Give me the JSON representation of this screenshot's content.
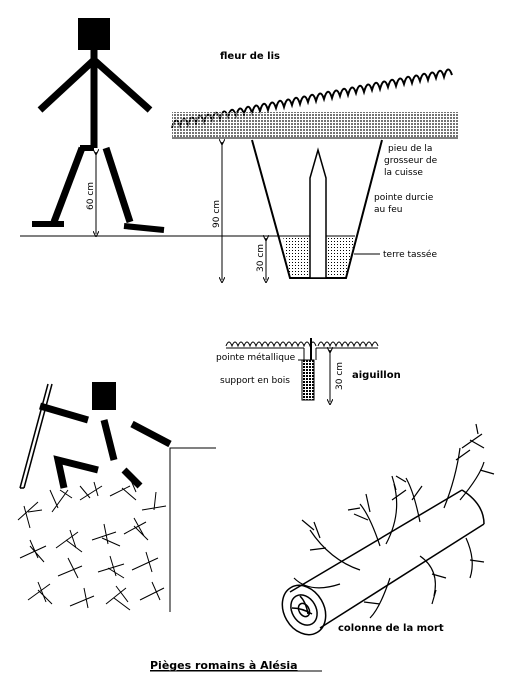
{
  "title": "Pièges romains à Alésia",
  "traps": {
    "fleur_de_lis": {
      "name": "fleur de lis",
      "label_pieu": [
        "pieu de la",
        "grosseur de",
        "la cuisse"
      ],
      "label_pointe": [
        "pointe durcie",
        "au feu"
      ],
      "label_terre": "terre tassée",
      "dim_60": "60 cm",
      "dim_90": "90 cm",
      "dim_30": "30 cm"
    },
    "aiguillon": {
      "name": "aiguillon",
      "label_pointe": "pointe métallique",
      "label_support": "support en bois",
      "dim_30": "30 cm"
    },
    "colonne": {
      "name": "colonne de la mort"
    }
  }
}
